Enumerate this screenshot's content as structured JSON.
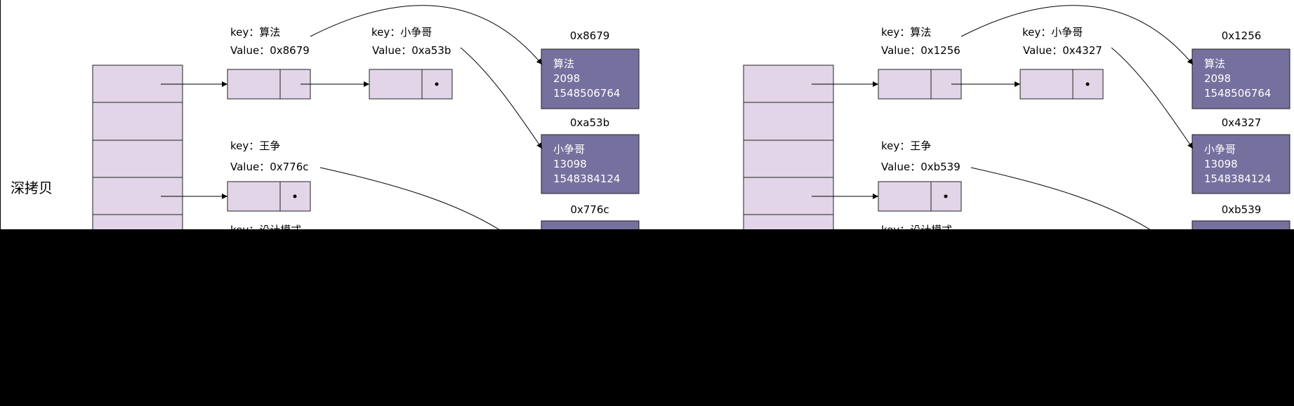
{
  "title": "深拷贝",
  "colors": {
    "background": "#ffffff",
    "bucket_fill": "#e1d5e7",
    "object_fill": "#76709e",
    "object_text": "#ffffff",
    "mask": "#000000"
  },
  "panels": [
    {
      "entries": [
        {
          "key": "key：算法",
          "value": "Value：0x8679"
        },
        {
          "key": "key：小争哥",
          "value": "Value：0xa53b"
        },
        {
          "key": "key：王争",
          "value": "Value：0x776c"
        },
        {
          "key": "key：设计模式",
          "value": ""
        }
      ],
      "objects": [
        {
          "address": "0x8679",
          "lines": [
            "算法",
            "2098",
            "1548506764"
          ]
        },
        {
          "address": "0xa53b",
          "lines": [
            "小争哥",
            "13098",
            "1548384124"
          ]
        },
        {
          "address": "0x776c",
          "lines": []
        }
      ]
    },
    {
      "entries": [
        {
          "key": "key：算法",
          "value": "Value：0x1256"
        },
        {
          "key": "key：小争哥",
          "value": "Value：0x4327"
        },
        {
          "key": "key：王争",
          "value": "Value：0xb539"
        },
        {
          "key": "key：设计模式",
          "value": ""
        }
      ],
      "objects": [
        {
          "address": "0x1256",
          "lines": [
            "算法",
            "2098",
            "1548506764"
          ]
        },
        {
          "address": "0x4327",
          "lines": [
            "小争哥",
            "13098",
            "1548384124"
          ]
        },
        {
          "address": "0xb539",
          "lines": []
        }
      ]
    }
  ]
}
